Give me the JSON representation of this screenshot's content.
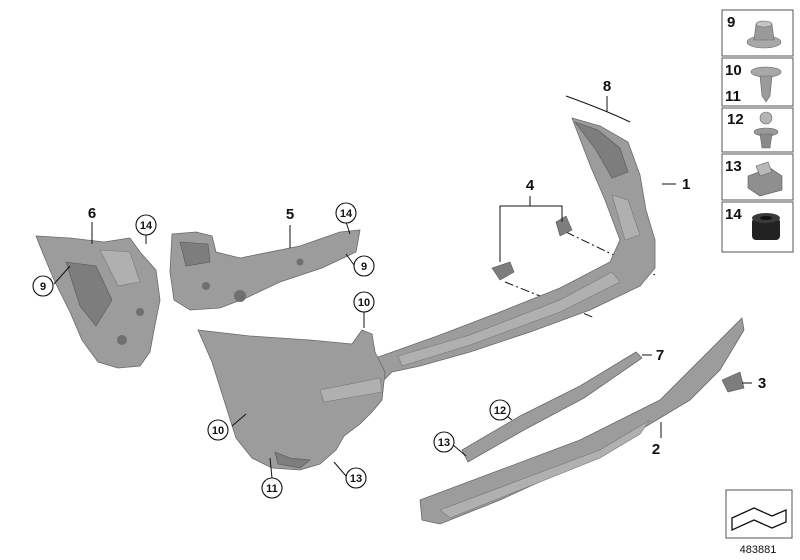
{
  "diagram": {
    "reference_number": "483881",
    "callouts": [
      {
        "id": "c1",
        "text": "1"
      },
      {
        "id": "c2",
        "text": "2"
      },
      {
        "id": "c3",
        "text": "3"
      },
      {
        "id": "c4",
        "text": "4"
      },
      {
        "id": "c5",
        "text": "5"
      },
      {
        "id": "c6",
        "text": "6"
      },
      {
        "id": "c7",
        "text": "7"
      },
      {
        "id": "c8",
        "text": "8"
      },
      {
        "id": "c9a",
        "text": "9"
      },
      {
        "id": "c9b",
        "text": "9"
      },
      {
        "id": "c10a",
        "text": "10"
      },
      {
        "id": "c10b",
        "text": "10"
      },
      {
        "id": "c11",
        "text": "11"
      },
      {
        "id": "c12",
        "text": "12"
      },
      {
        "id": "c13a",
        "text": "13"
      },
      {
        "id": "c13b",
        "text": "13"
      },
      {
        "id": "c14a",
        "text": "14"
      },
      {
        "id": "c14b",
        "text": "14"
      }
    ],
    "legend": {
      "cells": [
        {
          "labels": [
            "9"
          ]
        },
        {
          "labels": [
            "10",
            "11"
          ]
        },
        {
          "labels": [
            "12"
          ]
        },
        {
          "labels": [
            "13"
          ]
        },
        {
          "labels": [
            "14"
          ]
        }
      ]
    }
  }
}
